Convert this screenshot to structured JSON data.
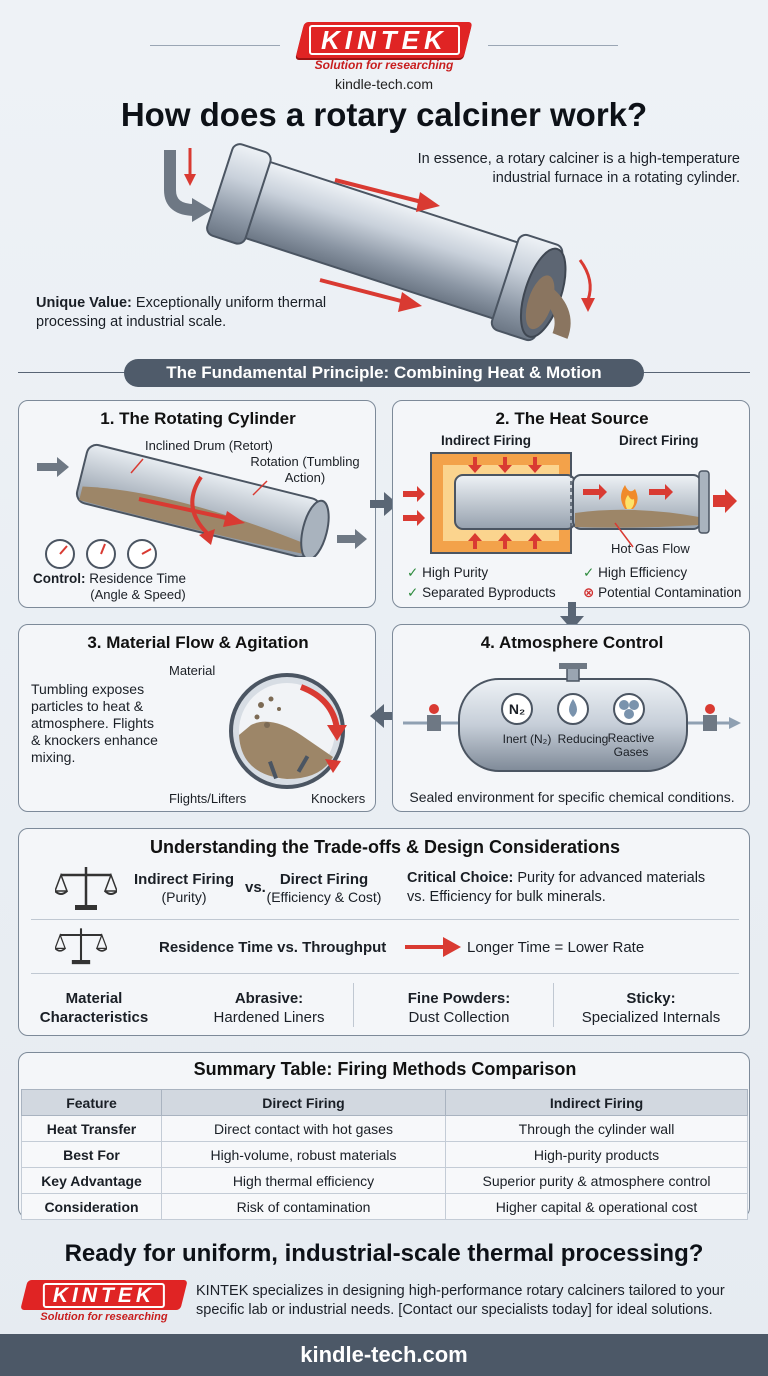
{
  "brand": {
    "name": "KINTEK",
    "tagline": "Solution for researching",
    "site": "kindle-tech.com"
  },
  "header": {
    "title": "How does a rotary calciner work?",
    "intro": "In essence, a rotary calciner is a high-temperature industrial furnace in a rotating cylinder.",
    "unique_label": "Unique Value:",
    "unique_text": "Exceptionally uniform thermal processing at industrial scale."
  },
  "principle": {
    "title": "The Fundamental Principle: Combining Heat & Motion"
  },
  "panel1": {
    "title": "1. The Rotating Cylinder",
    "drum_label": "Inclined Drum (Retort)",
    "rotation_label": "Rotation (Tumbling Action)",
    "control_label": "Control:",
    "control_text": "Residence Time",
    "control_sub": "(Angle & Speed)"
  },
  "panel2": {
    "title": "2. The Heat Source",
    "indirect_label": "Indirect Firing",
    "direct_label": "Direct Firing",
    "gas_label": "Hot Gas Flow",
    "checks_left": [
      {
        "icon": "check-icon",
        "text": "High Purity"
      },
      {
        "icon": "check-icon",
        "text": "Separated Byproducts"
      }
    ],
    "checks_right": [
      {
        "icon": "check-icon",
        "text": "High Efficiency"
      },
      {
        "icon": "x-icon",
        "text": "Potential Contamination"
      }
    ]
  },
  "panel3": {
    "title": "3. Material Flow & Agitation",
    "description": "Tumbling exposes particles to heat & atmosphere. Flights & knockers enhance mixing.",
    "material_label": "Material",
    "flights_label": "Flights/Lifters",
    "knockers_label": "Knockers"
  },
  "panel4": {
    "title": "4. Atmosphere Control",
    "gases": [
      {
        "symbol": "N₂",
        "label": "Inert (N₂)"
      },
      {
        "symbol": "",
        "label": "Reducing"
      },
      {
        "symbol": "",
        "label": "Reactive Gases"
      }
    ],
    "caption": "Sealed environment for specific chemical conditions."
  },
  "tradeoffs": {
    "title": "Understanding the Trade-offs & Design Considerations",
    "left_option": "Indirect Firing",
    "left_sub": "(Purity)",
    "vs": "vs.",
    "right_option": "Direct Firing",
    "right_sub": "(Efficiency & Cost)",
    "choice_label": "Critical Choice:",
    "choice_text": "Purity for advanced materials vs. Efficiency for bulk minerals.",
    "residence": "Residence Time vs. Throughput",
    "residence_result": "Longer Time = Lower Rate",
    "material_head": "Material Characteristics",
    "characteristics": [
      {
        "name": "Abrasive:",
        "value": "Hardened Liners"
      },
      {
        "name": "Fine Powders:",
        "value": "Dust Collection"
      },
      {
        "name": "Sticky:",
        "value": "Specialized Internals"
      }
    ]
  },
  "summary": {
    "title": "Summary Table: Firing Methods Comparison",
    "headers": [
      "Feature",
      "Direct Firing",
      "Indirect Firing"
    ],
    "rows": [
      [
        "Heat Transfer",
        "Direct contact with hot gases",
        "Through the cylinder wall"
      ],
      [
        "Best For",
        "High-volume, robust materials",
        "High-purity products"
      ],
      [
        "Key Advantage",
        "High thermal efficiency",
        "Superior purity & atmosphere control"
      ],
      [
        "Consideration",
        "Risk of contamination",
        "Higher capital & operational cost"
      ]
    ]
  },
  "cta": {
    "title": "Ready for uniform, industrial-scale thermal processing?",
    "body": "KINTEK specializes in designing high-performance rotary calciners tailored to your specific lab or industrial needs. [Contact our specialists today] for ideal solutions."
  },
  "footer": {
    "site": "kindle-tech.com"
  },
  "colors": {
    "brand_red": "#e02424",
    "slate": "#4f5b6a",
    "arrow_red": "#d93a32",
    "heat_orange": "#f08a2a",
    "check_green": "#2e8b3e"
  }
}
